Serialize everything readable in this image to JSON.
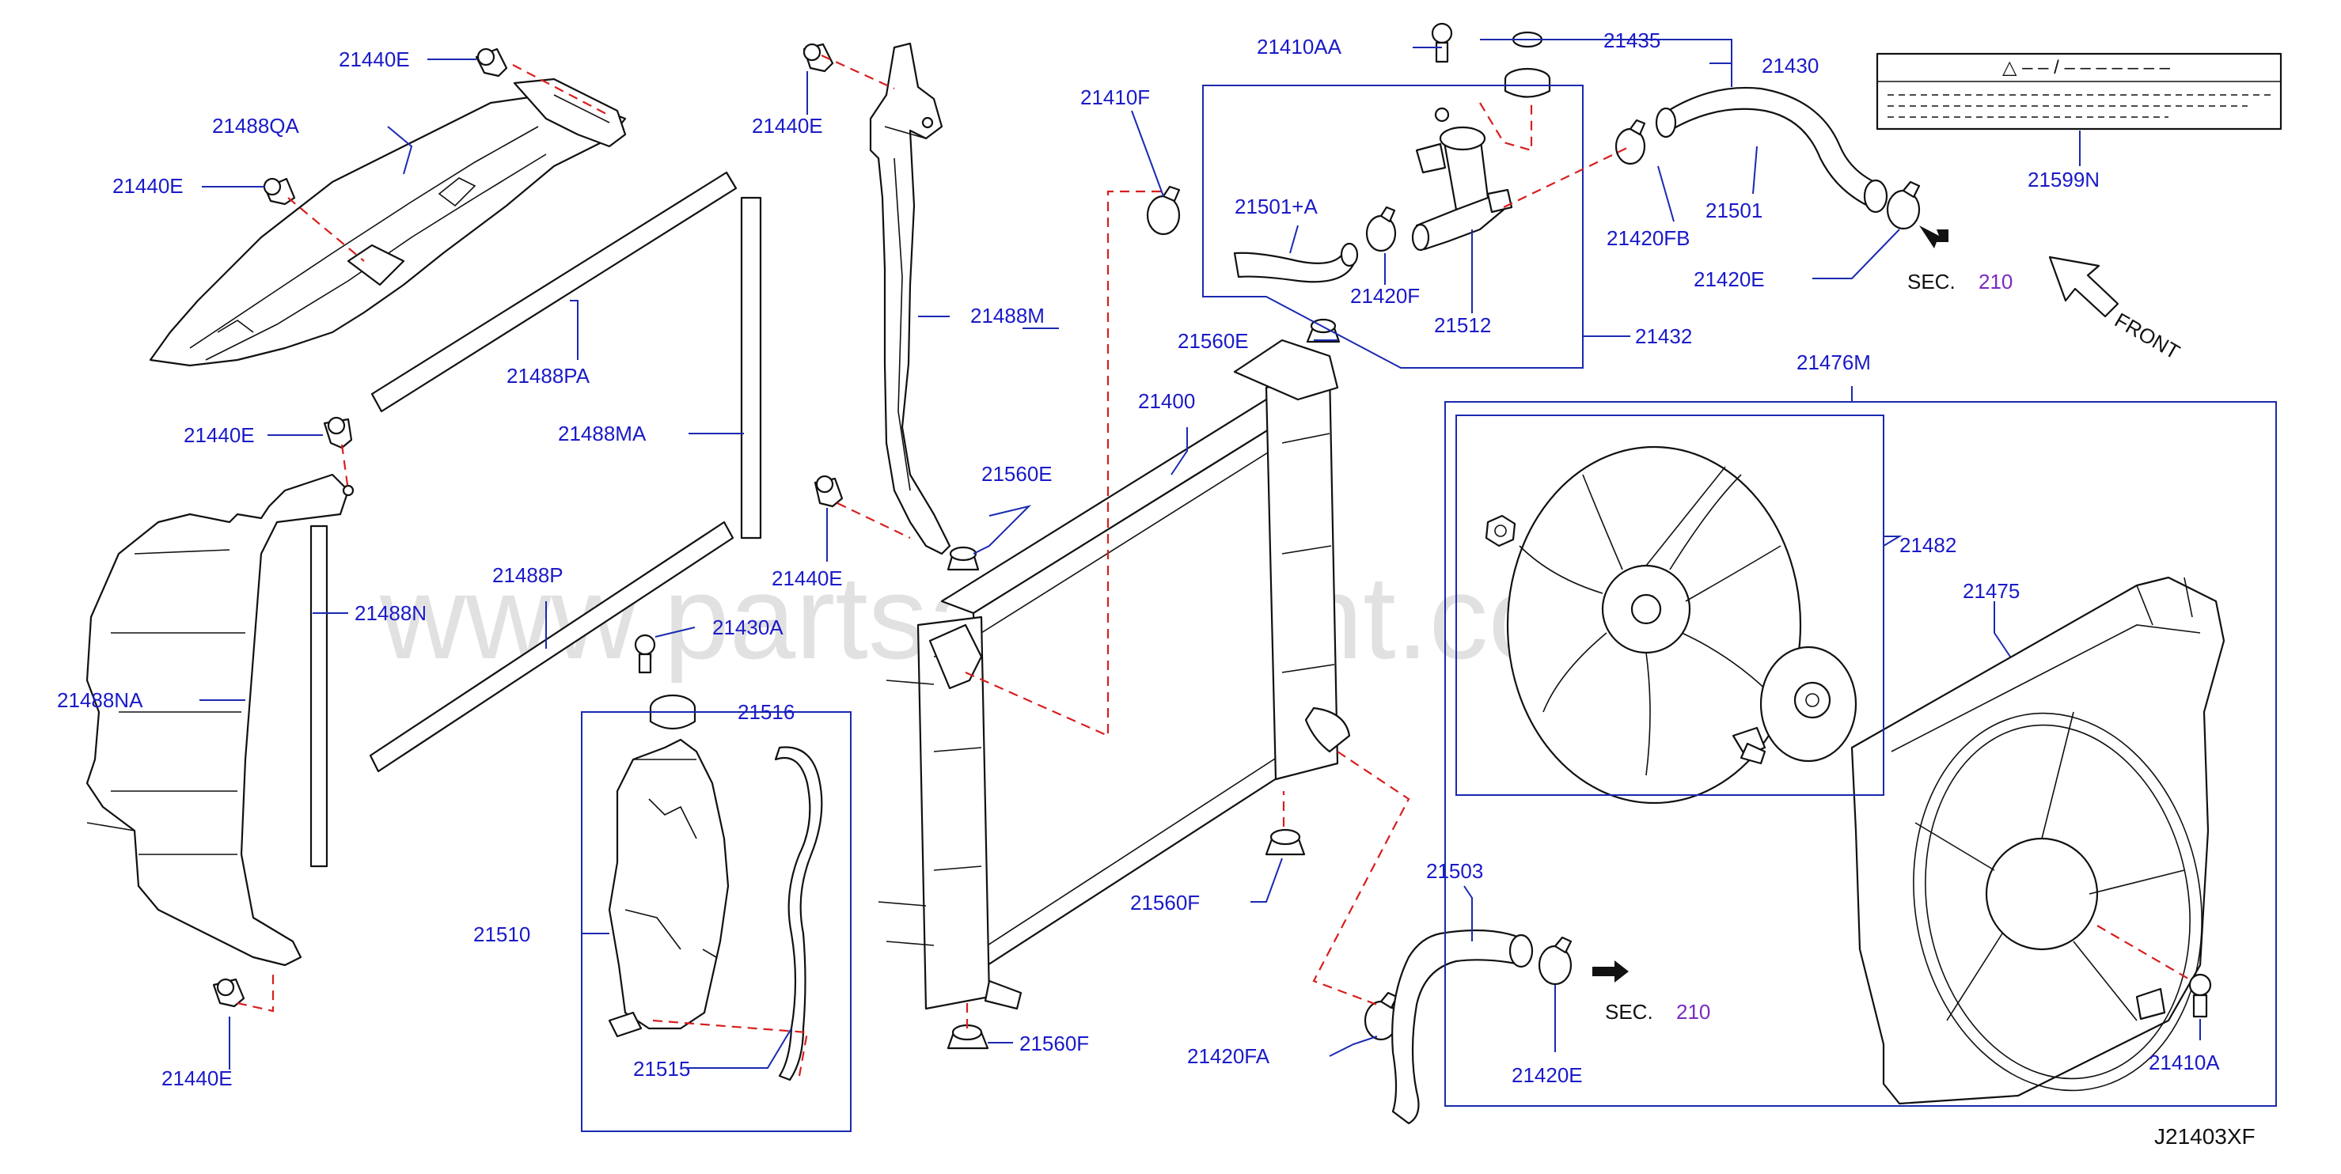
{
  "watermark": "www.partsassistant.com",
  "diagram_code": "J21403XF",
  "front_label": "FRONT",
  "label_sheet": {
    "line1": "△ – – / – – – – – – –"
  },
  "sec_refs": [
    {
      "prefix": "SEC.",
      "number": "210"
    },
    {
      "prefix": "SEC.",
      "number": "210"
    }
  ],
  "callouts": {
    "c21440E_a": "21440E",
    "c21488QA": "21488QA",
    "c21440E_b": "21440E",
    "c21440E_c": "21440E",
    "c21488M": "21488M",
    "c21488PA": "21488PA",
    "c21488MA": "21488MA",
    "c21440E_d": "21440E",
    "c21440E_e": "21440E",
    "c21560E_a": "21560E",
    "c21488P": "21488P",
    "c21488N": "21488N",
    "c21488NA": "21488NA",
    "c21430A": "21430A",
    "c21516": "21516",
    "c21510": "21510",
    "c21515": "21515",
    "c21440E_f": "21440E",
    "c21560F_a": "21560F",
    "c21560F_b": "21560F",
    "c21400": "21400",
    "c21560E_b": "21560E",
    "c21410F": "21410F",
    "c21501A": "21501+A",
    "c21420F": "21420F",
    "c21512": "21512",
    "c21410AA": "21410AA",
    "c21435": "21435",
    "c21430": "21430",
    "c21432": "21432",
    "c21420FB": "21420FB",
    "c21501": "21501",
    "c21420E_a": "21420E",
    "c21599N": "21599N",
    "c21476M": "21476M",
    "c21482": "21482",
    "c21475": "21475",
    "c21410A": "21410A",
    "c21503": "21503",
    "c21420FA": "21420FA",
    "c21420E_b": "21420E"
  }
}
